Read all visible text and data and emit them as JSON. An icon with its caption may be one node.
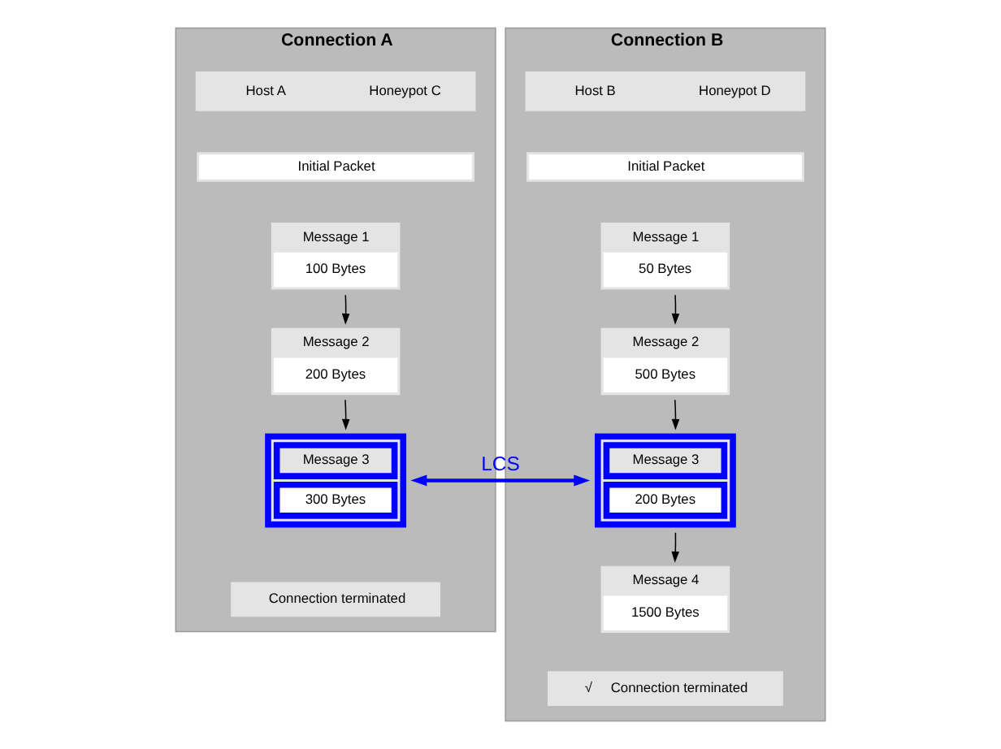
{
  "diagram": {
    "nodes": [
      {
        "text": [
          "Connection A"
        ]
      },
      {
        "text": [
          "Host A",
          "Honeypot C"
        ],
        "in": 0
      },
      {
        "text": [
          "Initial Packet"
        ],
        "in": 0
      },
      {
        "text": [
          "Message 1",
          "100 Bytes"
        ],
        "in": 0
      },
      {
        "text": [
          "Message 2",
          "200 Bytes"
        ],
        "in": 0
      },
      {
        "text": [
          "Message 3",
          "300 Bytes"
        ],
        "in": 0
      },
      {
        "text": [
          "Connection terminated"
        ],
        "in": 0
      },
      {
        "text": [
          "Connection B"
        ]
      },
      {
        "text": [
          "Host B",
          "Honeypot D"
        ],
        "in": 7
      },
      {
        "text": [
          "Initial Packet"
        ],
        "in": 7
      },
      {
        "text": [
          "Message 1",
          "50 Bytes"
        ],
        "in": 7
      },
      {
        "text": [
          "Message 2",
          "500 Bytes"
        ],
        "in": 7
      },
      {
        "text": [
          "Message 3",
          "200 Bytes"
        ],
        "in": 7
      },
      {
        "text": [
          "Message 4",
          "1500 Bytes"
        ],
        "in": 7
      },
      {
        "text": [
          "√",
          "Connection terminated"
        ],
        "in": 7
      }
    ],
    "edges": [
      {
        "from": 3,
        "to": 4,
        "arrow": "to"
      },
      {
        "from": 4,
        "to": 5,
        "arrow": "to"
      },
      {
        "from": 10,
        "to": 11,
        "arrow": "to"
      },
      {
        "from": 11,
        "to": 12,
        "arrow": "to"
      },
      {
        "from": 12,
        "to": 13,
        "arrow": "to"
      },
      {
        "from": 12,
        "to": 5,
        "arrow": "both",
        "label": "LCS",
        "style": "thick",
        "color": "#0000ff"
      }
    ]
  }
}
